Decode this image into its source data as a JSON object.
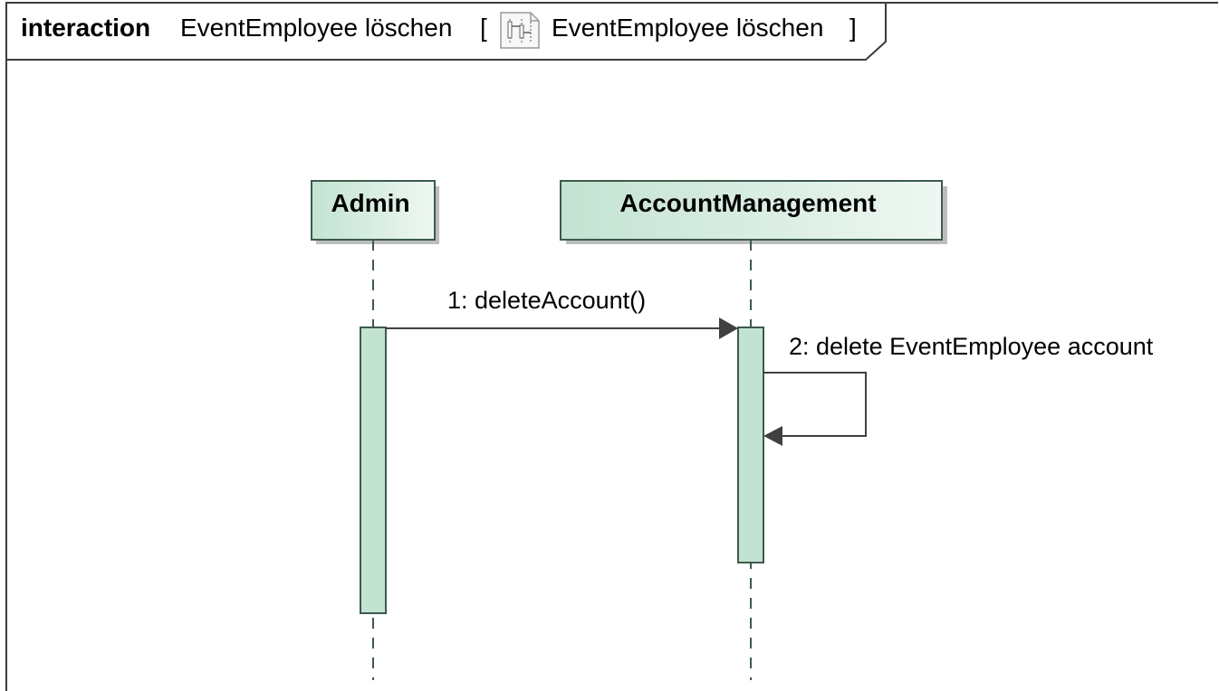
{
  "frame": {
    "keyword": "interaction",
    "name": "EventEmployee löschen",
    "open_bracket": "[",
    "ref_name": "EventEmployee löschen",
    "close_bracket": "]",
    "ref_icon": "sequence-diagram-icon"
  },
  "lifelines": [
    {
      "name": "Admin"
    },
    {
      "name": "AccountManagement"
    }
  ],
  "messages": [
    {
      "label": "1:  deleteAccount()",
      "from": "Admin",
      "to": "AccountManagement"
    },
    {
      "label": "2:  delete EventEmployee account",
      "from": "AccountManagement",
      "to": "AccountManagement"
    }
  ],
  "colors": {
    "lifeline_fill": "#c3e3d2",
    "lifeline_fill_light": "#e4f3eb",
    "border": "#3d5a4d",
    "frame_border": "#3c3c3c",
    "arrow": "#404040"
  }
}
